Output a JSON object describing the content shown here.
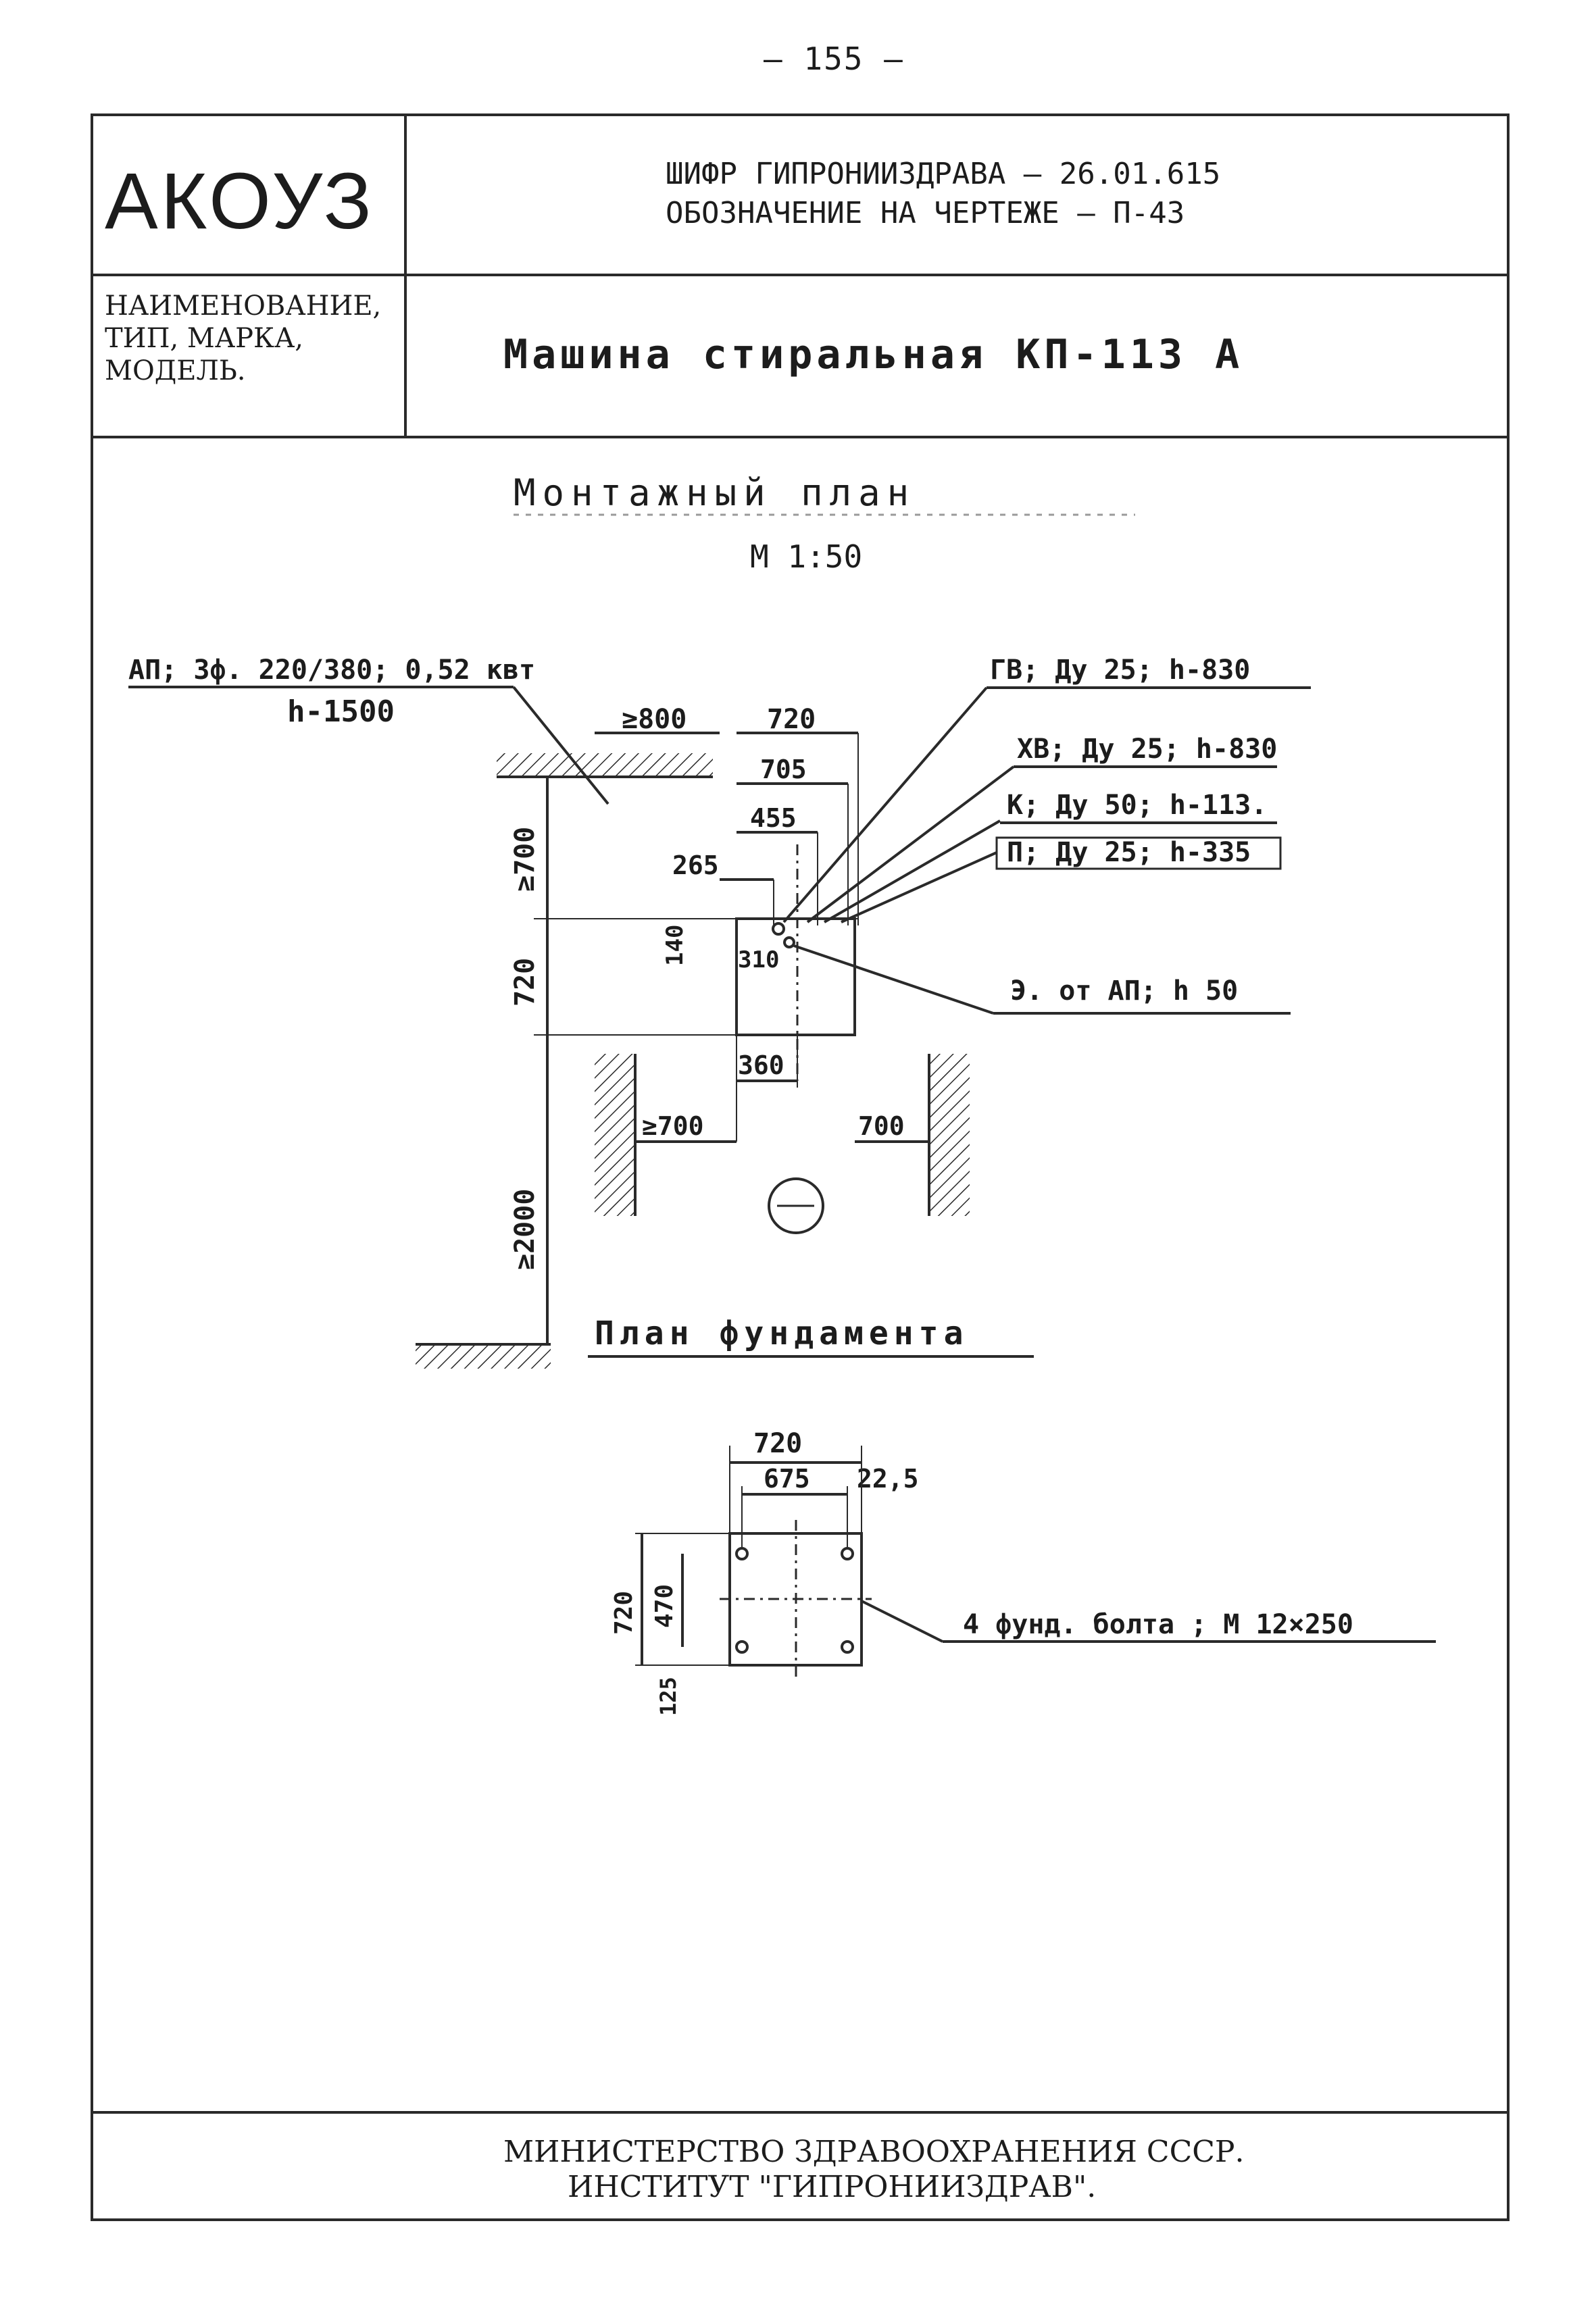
{
  "page": {
    "number": "– 155 –"
  },
  "header": {
    "code": "АКОУЗ",
    "cipher_line": "ШИФР ГИПРОНИИЗДРАВА  – 26.01.615",
    "designation_line": "ОБОЗНАЧЕНИЕ НА ЧЕРТЕЖЕ – П-43",
    "name_label": [
      "НАИМЕНОВАНИЕ,",
      "ТИП, МАРКА,",
      "МОДЕЛЬ."
    ],
    "equipment_name": "Машина  стиральная   КП-113 А"
  },
  "drawing": {
    "section_title": "Монтажный план",
    "scale": "М 1:50",
    "labels": {
      "ap": "АП; 3ф. 220/380; 0,52 квт",
      "ap_h": "h-1500",
      "gv": "ГВ; Ду 25; h-830",
      "hv": "ХВ; Ду 25; h-830",
      "k": "К; Ду 50; h-113.",
      "p": "П; Ду 25; h-335",
      "e": "Э. от АП; h 50",
      "bolts": "4 фунд. болта ; М 12×250",
      "foundation_title": "План фундамента"
    },
    "dims": {
      "d_ge800": "≥800",
      "d_720_top": "720",
      "d_705": "705",
      "d_455": "455",
      "d_265": "265",
      "d_ge700_left": "≥700",
      "d_140": "140",
      "d_310": "310",
      "d_720_left": "720",
      "d_360": "360",
      "d_ge700_mid": "≥700",
      "d_700_right": "700",
      "d_ge2000": "≥2000",
      "f_720": "720",
      "f_675": "675",
      "f_22_5": "22,5",
      "f_720_v": "720",
      "f_470": "470",
      "f_125": "125"
    }
  },
  "footer": {
    "line1": "МИНИСТЕРСТВО ЗДРАВООХРАНЕНИЯ СССР.",
    "line2": "ИНСТИТУТ \"ГИПРОНИИЗДРАВ\"."
  }
}
